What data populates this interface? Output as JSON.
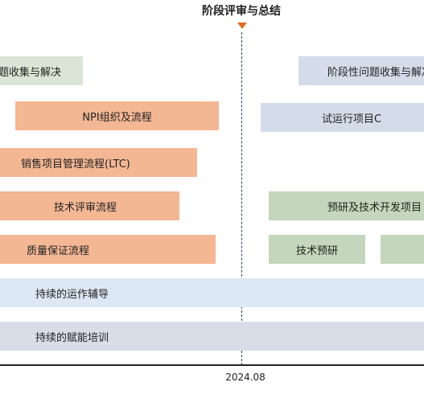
{
  "header": {
    "milestone_title": "阶段评审与总结"
  },
  "left_column": {
    "issue_collection": "题收集与解决",
    "npi": "NPI组织及流程",
    "ltc": "销售项目管理流程(LTC)",
    "tech_review": "技术评审流程",
    "quality": "质量保证流程"
  },
  "right_column": {
    "stage_issues": "阶段性问题收集与解决",
    "pilot_c": "试运行项目C",
    "pre_research_dev": "预研及技术开发项目",
    "tech_research": "技术预研"
  },
  "bands": {
    "ops_coaching": "持续的运作辅导",
    "training": "持续的赋能培训"
  },
  "axis": {
    "date_label": "2024.08"
  },
  "colors": {
    "orange": "#f4b794",
    "green": "#dbe5d5",
    "green_dark": "#c4d6bb",
    "blue": "#d4dcea",
    "marker": "#e06a1e"
  }
}
